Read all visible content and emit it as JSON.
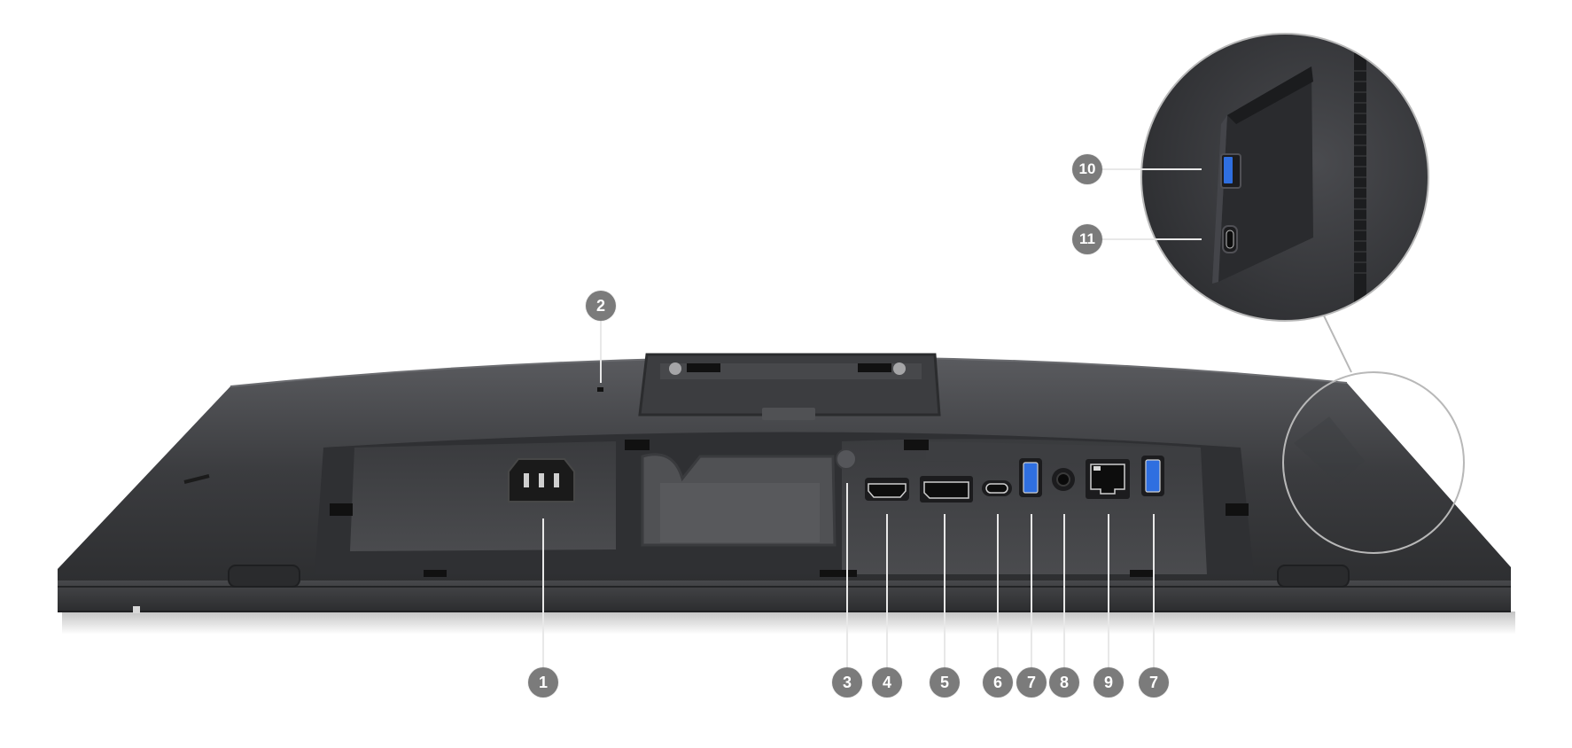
{
  "diagram": {
    "subject": "Monitor rear view – ports and connectors",
    "colors": {
      "background": "#ffffff",
      "chassis_dark": "#2d2e30",
      "chassis_mid": "#3a3b3e",
      "chassis_light": "#55565a",
      "callout_badge": "#7b7b7b",
      "callout_text": "#ffffff",
      "leader_line": "#e8e8e8",
      "usb_blue": "#2f6fe0",
      "zoom_ring": "#b8b8b8"
    },
    "callouts": [
      {
        "id": "1",
        "label": "1",
        "port": "power-connector"
      },
      {
        "id": "2",
        "label": "2",
        "port": "security-lock-slot"
      },
      {
        "id": "3",
        "label": "3",
        "port": "stand-lock"
      },
      {
        "id": "4",
        "label": "4",
        "port": "hdmi-port"
      },
      {
        "id": "5",
        "label": "5",
        "port": "displayport"
      },
      {
        "id": "6",
        "label": "6",
        "port": "usb-c-port"
      },
      {
        "id": "7a",
        "label": "7",
        "port": "usb-a-superspeed-port"
      },
      {
        "id": "8",
        "label": "8",
        "port": "audio-line-out"
      },
      {
        "id": "9",
        "label": "9",
        "port": "rj45-ethernet-port"
      },
      {
        "id": "7b",
        "label": "7",
        "port": "usb-a-superspeed-port"
      },
      {
        "id": "10",
        "label": "10",
        "port": "side-usb-a-port"
      },
      {
        "id": "11",
        "label": "11",
        "port": "side-usb-c-port"
      }
    ]
  }
}
